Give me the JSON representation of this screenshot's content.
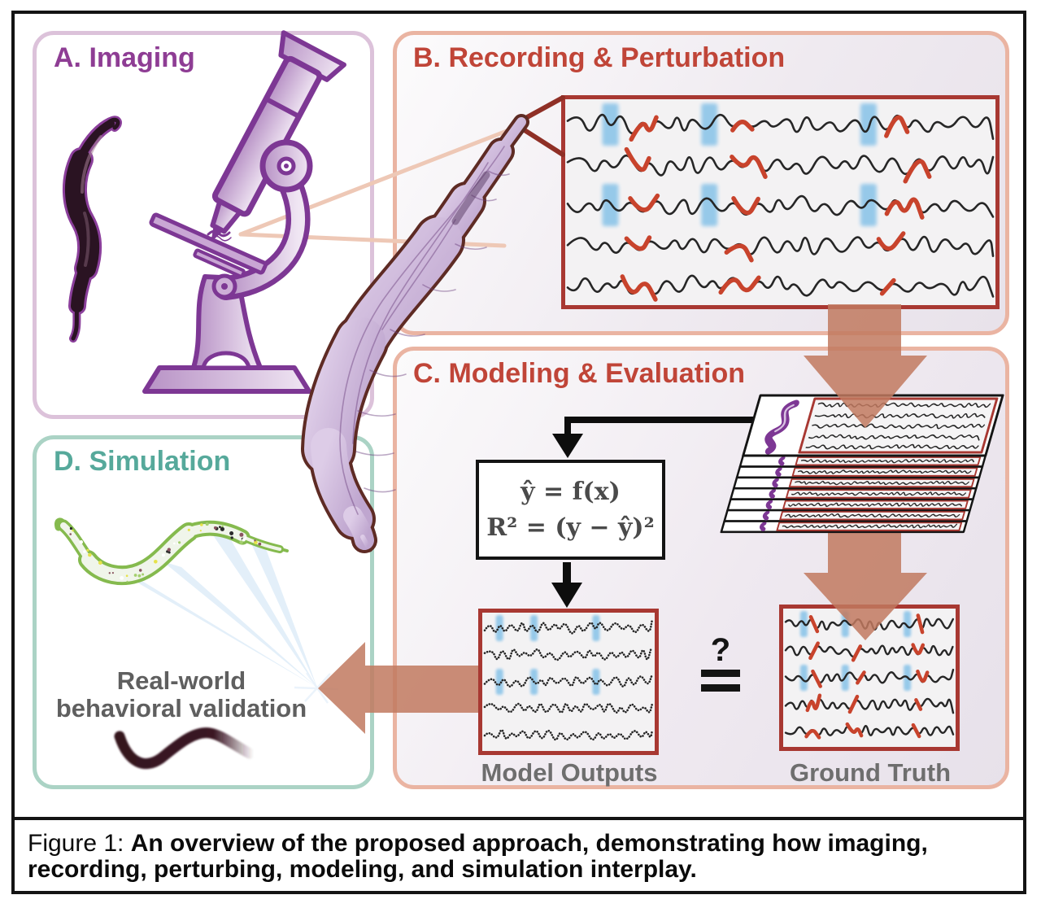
{
  "figure": {
    "caption_prefix": "Figure 1: ",
    "caption_body": "An overview of the proposed approach, demonstrating how imaging, recording, perturbing, modeling, and simulation interplay."
  },
  "panels": {
    "a": {
      "title": "A. Imaging",
      "title_color": "#8e3d94",
      "border_color": "#dcc2da"
    },
    "b": {
      "title": "B. Recording & Perturbation",
      "title_color": "#c04538",
      "border_color": "#eab4a2"
    },
    "c": {
      "title": "C. Modeling & Evaluation",
      "title_color": "#c04538",
      "border_color": "#eab4a2"
    },
    "d": {
      "title": "D. Simulation",
      "title_color": "#56a99b",
      "border_color": "#abd3c5"
    }
  },
  "modeling": {
    "formula_line1": "ŷ = f(x)",
    "formula_line2": "R² = (y − ŷ)²",
    "model_outputs_label": "Model Outputs",
    "ground_truth_label": "Ground Truth",
    "equals_question_mark": "?"
  },
  "simulation": {
    "validation_line1": "Real-world",
    "validation_line2": "behavioral validation"
  },
  "palette": {
    "ink": "#141414",
    "trace_ink": "#262626",
    "trace_red": "#c8432c",
    "band_blue": "#92c7e9",
    "trace_box_border": "#a83832",
    "arrow_salmon": "rgba(193,121,95,0.85)",
    "worm_purple": "#7d3794",
    "label_gray": "#6e6e6e"
  },
  "traces": {
    "b": {
      "rows": 5,
      "band_rows": [
        0,
        2
      ],
      "band_fracs": [
        0.105,
        0.335,
        0.705
      ],
      "red_segs": [
        [
          [
            0.14,
            0.225
          ],
          [
            0.365,
            0.45
          ],
          [
            0.73,
            0.8
          ]
        ],
        [
          [
            0.125,
            0.215
          ],
          [
            0.37,
            0.46
          ],
          [
            0.755,
            0.845
          ]
        ],
        [
          [
            0.13,
            0.215
          ],
          [
            0.36,
            0.465
          ],
          [
            0.725,
            0.825
          ]
        ],
        [
          [
            0.12,
            0.215
          ],
          [
            0.355,
            0.44
          ],
          [
            0.7,
            0.795
          ]
        ],
        [
          [
            0.12,
            0.205
          ],
          [
            0.35,
            0.45
          ],
          [
            0.715,
            0.79
          ]
        ]
      ]
    },
    "gt": {
      "rows": 5,
      "band_rows": [
        0,
        2
      ],
      "band_fracs": [
        0.12,
        0.36,
        0.72
      ],
      "red_segs": [
        [
          [
            0.145,
            0.21
          ],
          [
            0.385,
            0.45
          ],
          [
            0.74,
            0.81
          ]
        ],
        [
          [
            0.13,
            0.22
          ],
          [
            0.36,
            0.45
          ],
          [
            0.73,
            0.82
          ]
        ],
        [
          [
            0.145,
            0.225
          ],
          [
            0.385,
            0.47
          ],
          [
            0.745,
            0.83
          ]
        ],
        [
          [
            0.12,
            0.2
          ],
          [
            0.35,
            0.43
          ],
          [
            0.72,
            0.81
          ]
        ],
        [
          [
            0.12,
            0.21
          ],
          [
            0.34,
            0.44
          ],
          [
            0.7,
            0.78
          ]
        ]
      ]
    },
    "mo": {
      "rows": 5,
      "band_rows": [
        0,
        2
      ],
      "band_fracs": [
        0.1,
        0.3,
        0.66
      ],
      "red_segs": []
    }
  }
}
